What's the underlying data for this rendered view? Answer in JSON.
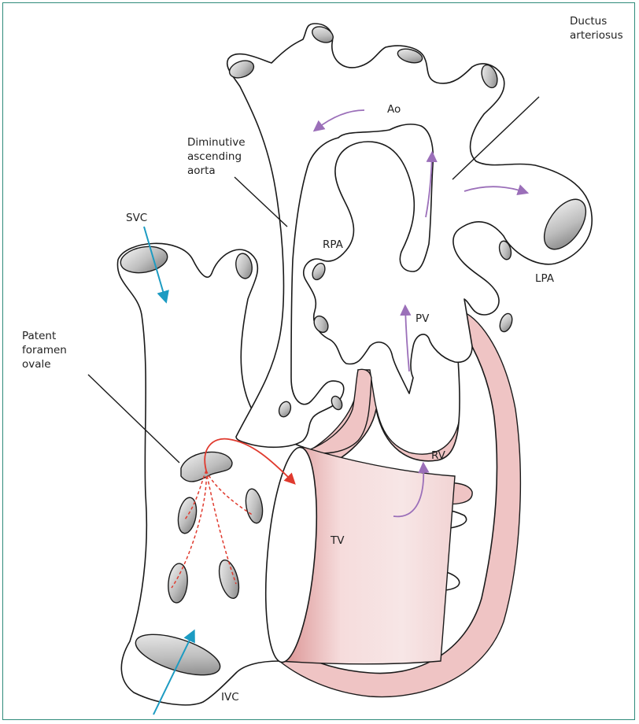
{
  "labels": {
    "ductus": [
      "Ductus",
      "arteriosus"
    ],
    "ao": "Ao",
    "diminutive": [
      "Diminutive",
      "ascending",
      "aorta"
    ],
    "svc": "SVC",
    "rpa": "RPA",
    "lpa": "LPA",
    "pv": "PV",
    "patent": [
      "Patent",
      "foramen",
      "ovale"
    ],
    "rv": "RV",
    "tv": "TV",
    "ivc": "IVC"
  },
  "colors": {
    "frame": "#2e8b7a",
    "myocardium": "#efc4c4",
    "flow_purple": "#9b6fb9",
    "flow_cyan": "#1c9bc2",
    "flow_red": "#e03a2e"
  },
  "icons": [
    "flow-arrow-icon"
  ]
}
